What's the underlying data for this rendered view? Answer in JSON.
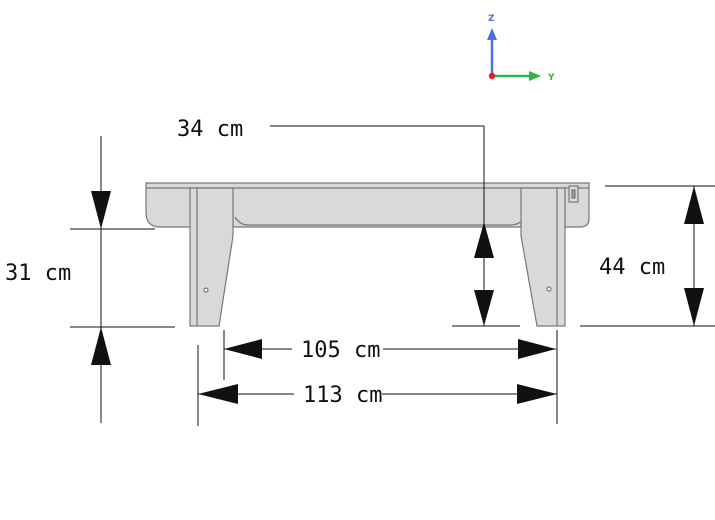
{
  "dimensions": {
    "seat_depth": "34 cm",
    "seat_height": "31 cm",
    "total_height": "44 cm",
    "inner_leg_span": "105 cm",
    "outer_leg_span": "113 cm"
  },
  "axes": {
    "z_label": "Z",
    "y_label": "Y",
    "z_color": "#4a6fe0",
    "y_color": "#2fb54a",
    "origin_color": "#e02020"
  },
  "colors": {
    "part_fill": "#d9d9d9",
    "part_stroke": "#777777",
    "dimension_line": "#111111"
  }
}
